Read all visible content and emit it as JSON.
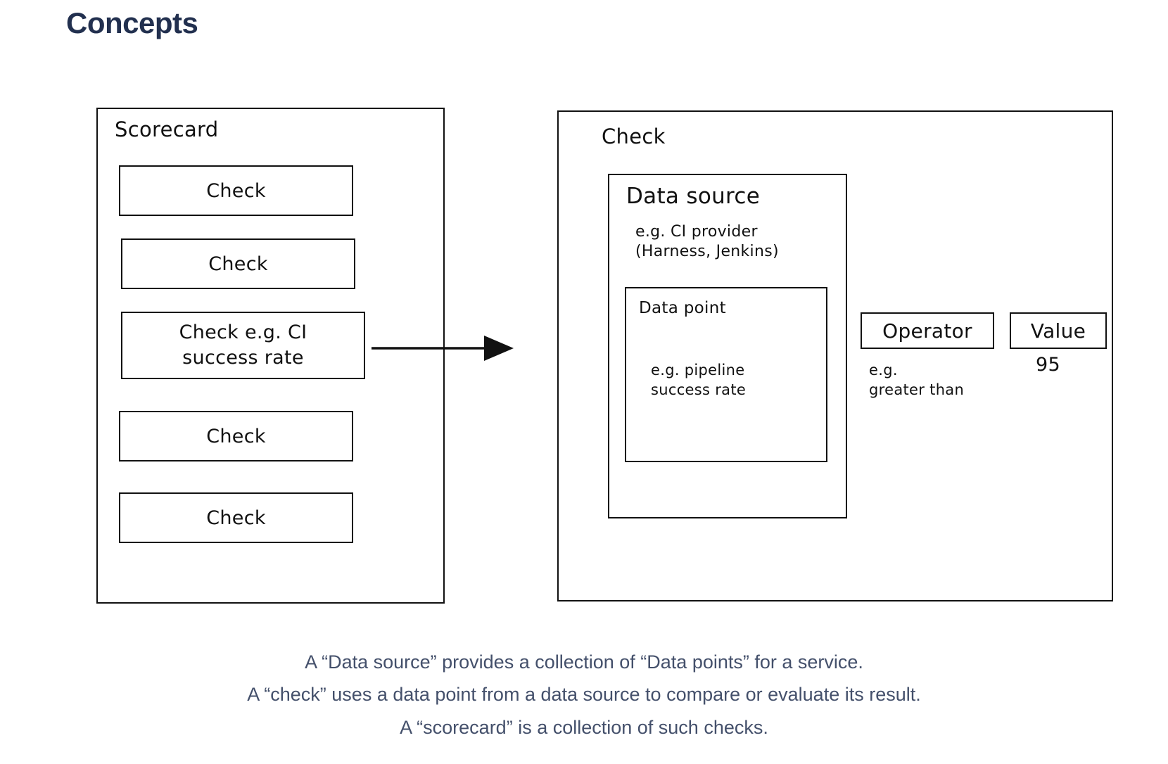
{
  "page": {
    "title": "Concepts",
    "title_color": "#22304f",
    "background": "#ffffff",
    "stroke_color": "#111111"
  },
  "scorecard": {
    "title": "Scorecard",
    "checks": [
      {
        "label": "Check"
      },
      {
        "label": "Check"
      },
      {
        "label": "Check e.g. CI\nsuccess rate"
      },
      {
        "label": "Check"
      },
      {
        "label": "Check"
      }
    ]
  },
  "arrow": {
    "name": "arrow-right",
    "from": "scorecard-check-3",
    "to": "check-detail-box"
  },
  "check_detail": {
    "title": "Check",
    "data_source": {
      "title": "Data source",
      "note": "e.g. CI provider\n(Harness, Jenkins)",
      "data_point": {
        "title": "Data point",
        "note": "e.g. pipeline\nsuccess rate"
      }
    },
    "operator": {
      "label": "Operator",
      "note": "e.g.\ngreater than"
    },
    "value": {
      "label": "Value",
      "note": "95"
    }
  },
  "caption": {
    "color": "#44506b",
    "lines": [
      "A “Data source” provides a collection of “Data points” for a service.",
      "A “check” uses a data point from a data source to compare or evaluate its result.",
      "A “scorecard” is a collection of such checks."
    ]
  }
}
